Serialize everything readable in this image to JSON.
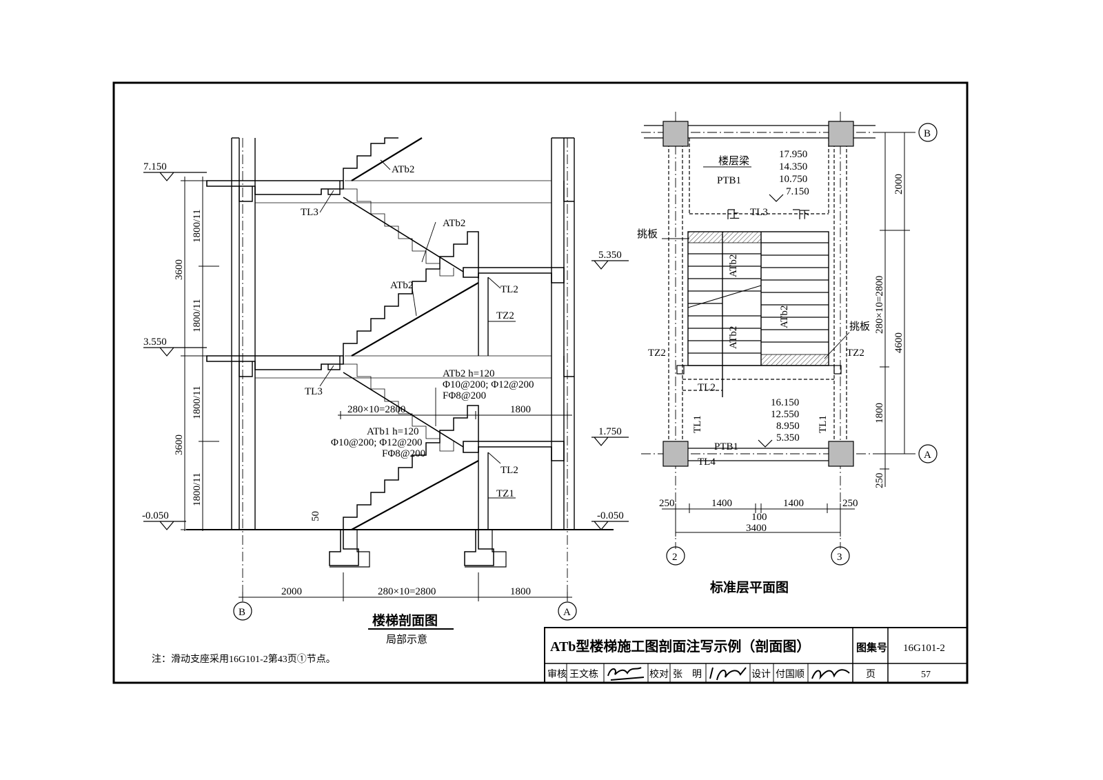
{
  "sheet": {
    "title_block": {
      "title": "ATb型楼梯施工图剖面注写示例（剖面图）",
      "atlas_label": "图集号",
      "atlas_no": "16G101-2",
      "review_label": "审核",
      "reviewer": "王文栋",
      "check_label": "校对",
      "checker": "张　明",
      "design_label": "设计",
      "designer": "付国顺",
      "page_label": "页",
      "page_no": "57"
    },
    "note": "注：滑动支座采用16G101-2第43页①节点。"
  },
  "section": {
    "title": "楼梯剖面图",
    "subtitle": "局部示意",
    "elevations": [
      "7.150",
      "5.350",
      "3.550",
      "1.750",
      "-0.050",
      "-0.050"
    ],
    "storey_heights": [
      "3600",
      "3600"
    ],
    "riser_dims": [
      "1800/11",
      "1800/11",
      "1800/11",
      "1800/11"
    ],
    "bottom_dims": [
      "2000",
      "280×10=2800",
      "1800"
    ],
    "inner_dims": [
      "280×10=2800",
      "1800"
    ],
    "dim_50": "50",
    "axes": [
      "B",
      "A"
    ],
    "labels": {
      "atb2_a": "ATb2",
      "atb2_b": "ATb2",
      "atb2_c": "ATb2",
      "tl3_a": "TL3",
      "tl3_b": "TL3",
      "tl2_a": "TL2",
      "tl2_b": "TL2",
      "tz2": "TZ2",
      "tz1": "TZ1"
    },
    "annotation_atb2": [
      "ATb2 h=120",
      "Φ10@200; Φ12@200",
      "FΦ8@200"
    ],
    "annotation_atb1": [
      "ATb1 h=120",
      "Φ10@200; Φ12@200",
      "FΦ8@200"
    ]
  },
  "plan": {
    "title": "标准层平面图",
    "beam_label": "楼层梁",
    "ptb1_top": "PTB1",
    "ptb1_bottom": "PTB1",
    "levels_top": [
      "17.950",
      "14.350",
      "10.750",
      "7.150"
    ],
    "levels_bottom": [
      "16.150",
      "12.550",
      "8.950",
      "5.350"
    ],
    "tl3": "TL3",
    "up": "上",
    "down": "下",
    "cantilever": "挑板",
    "atb2_labels": [
      "ATb2",
      "ATb2",
      "ATb2"
    ],
    "tz2": "TZ2",
    "tl2": "TL2",
    "tl1": "TL1",
    "tl4": "TL4",
    "right_dims": [
      "2000",
      "280×10=2800",
      "4600",
      "1800",
      "250"
    ],
    "bottom_dims": [
      "250",
      "1400",
      "1400",
      "250",
      "100",
      "3400"
    ],
    "axes": [
      "B",
      "A",
      "2",
      "3"
    ]
  }
}
